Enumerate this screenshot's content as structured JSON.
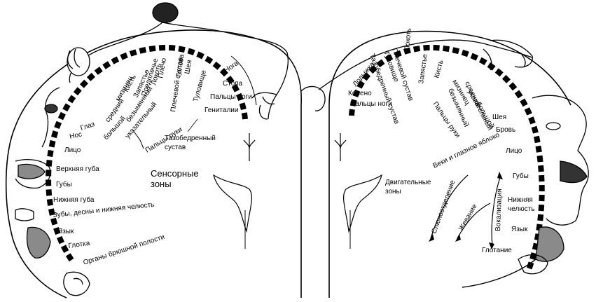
{
  "colors": {
    "ink": "#000000",
    "paper": "#ffffff",
    "shade": "#8a8a8a"
  },
  "sensory": {
    "title_line1": "Сенсорные",
    "title_line2": "зоны",
    "hip_line1": "Тазобедренный",
    "hip_line2": "сустав",
    "fingers": "Пальцы руки",
    "labels": [
      "Гениталии",
      "Пальцы ноги",
      "Стопа",
      "Нога",
      "Туловище",
      "Шея",
      "Голова",
      "Плечевой сустав",
      "Плечо",
      "Локоть",
      "Предплечье",
      "Запястье",
      "Кисть",
      "мизинец",
      "безымянный",
      "средний",
      "указательный",
      "большой",
      "Глаз",
      "Нос",
      "Лицо",
      "Верхняя губа",
      "Губы",
      "Нижняя губа",
      "Зубы, десны и нижняя челюсть",
      "Язык",
      "Глотка",
      "Органы брюшной полости"
    ]
  },
  "motor": {
    "title_line1": "Двигательные",
    "title_line2": "зоны",
    "labels": [
      "Пальцы ноги",
      "Колено",
      "Лодыжка",
      "Тазобедренный сустав",
      "Туловище",
      "Плечевой сустав",
      "Локоть",
      "Запястье",
      "Кисть",
      "мизинец",
      "безымянный",
      "средний",
      "указательный",
      "большой",
      "Пальцы руки",
      "Шея",
      "Бровь",
      "Веки и глазное яблоко",
      "Лицо",
      "Губы",
      "Нижняя",
      "челюсть",
      "Язык",
      "Глотание"
    ],
    "arrows": [
      "Слюноотделение",
      "Жевание",
      "Вокализация"
    ]
  }
}
